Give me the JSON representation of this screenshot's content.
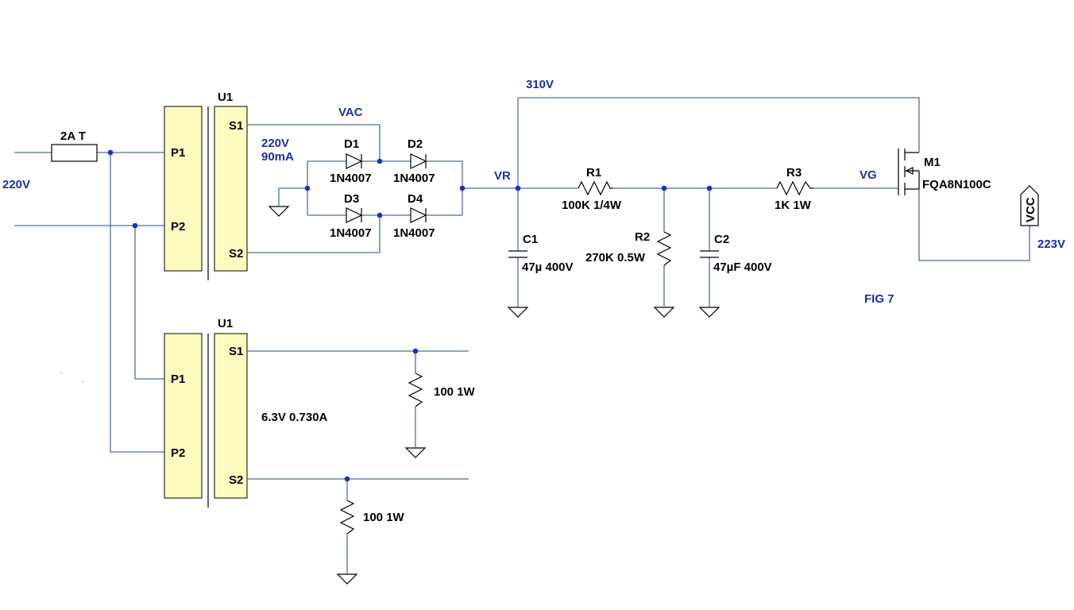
{
  "primary": {
    "voltage": "220V",
    "fuse": "2A T"
  },
  "transformer_1": {
    "ref": "U1",
    "pins": {
      "p1": "P1",
      "p2": "P2",
      "s1": "S1",
      "s2": "S2"
    },
    "secondary_rating": [
      "220V",
      "90mA"
    ]
  },
  "transformer_2": {
    "ref": "U1",
    "pins": {
      "p1": "P1",
      "p2": "P2",
      "s1": "S1",
      "s2": "S2"
    },
    "secondary_rating": "6.3V 0.730A"
  },
  "bridge": {
    "d1": {
      "ref": "D1",
      "value": "1N4007"
    },
    "d2": {
      "ref": "D2",
      "value": "1N4007"
    },
    "d3": {
      "ref": "D3",
      "value": "1N4007"
    },
    "d4": {
      "ref": "D4",
      "value": "1N4007"
    }
  },
  "nets": {
    "vac": "VAC",
    "vr": "VR",
    "vg": "VG",
    "v310": "310V",
    "v223": "223V",
    "vcc": "VCC"
  },
  "components": {
    "r1": {
      "ref": "R1",
      "value": "100K 1/4W"
    },
    "r2": {
      "ref": "R2",
      "value": "270K 0.5W"
    },
    "r3": {
      "ref": "R3",
      "value": "1K 1W"
    },
    "c1": {
      "ref": "C1",
      "value": "47µ 400V"
    },
    "c2": {
      "ref": "C2",
      "value": "47µF 400V"
    },
    "m1": {
      "ref": "M1",
      "value": "FQA8N100C"
    },
    "load_top": {
      "value": "100 1W"
    },
    "load_bottom": {
      "value": "100 1W"
    }
  },
  "figure": "FIG 7"
}
